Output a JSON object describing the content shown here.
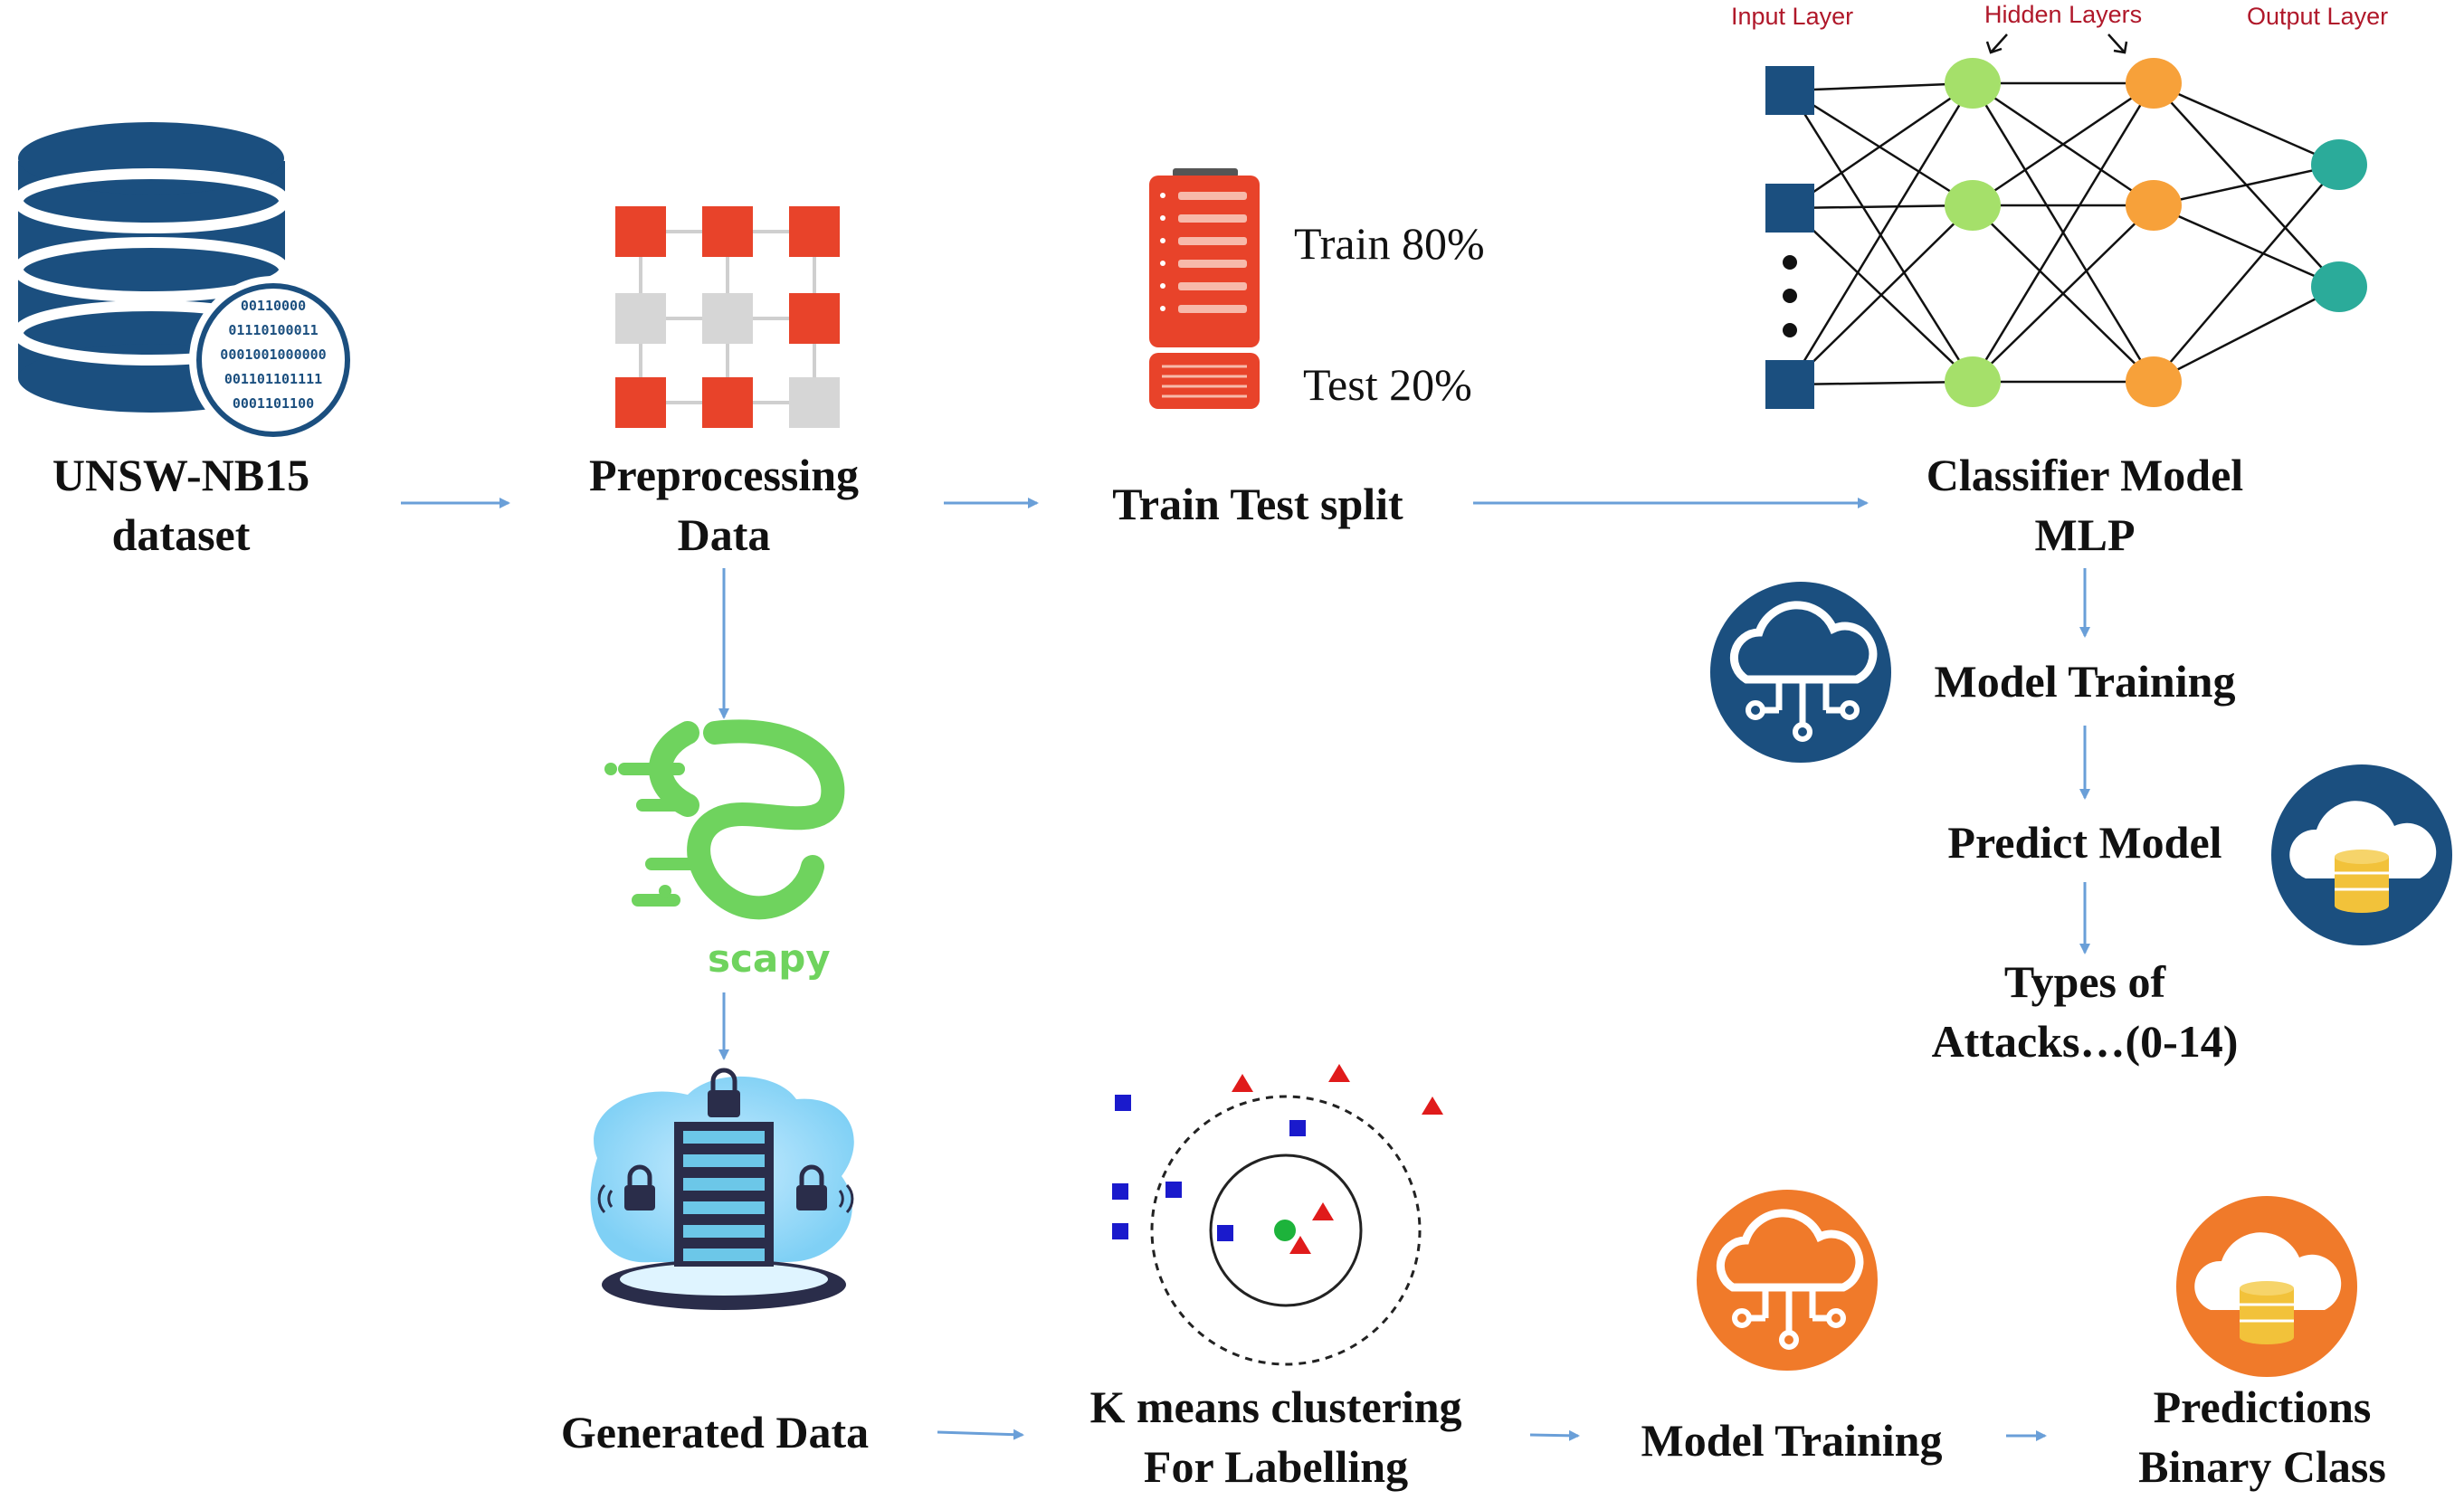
{
  "nodes": {
    "dataset": [
      "UNSW-NB15",
      "dataset"
    ],
    "preprocessing": [
      "Preprocessing",
      "Data"
    ],
    "split": "Train Test split",
    "train_pct": "Train 80%",
    "test_pct": "Test 20%",
    "classifier": [
      "Classifier Model",
      "MLP"
    ],
    "model_training_top": "Model Training",
    "predict_model": "Predict Model",
    "attack_types": [
      "Types of",
      "Attacks…(0-14)"
    ],
    "scapy": "scapy",
    "generated": "Generated Data",
    "kmeans": [
      "K means clustering",
      "For Labelling"
    ],
    "model_training_bottom": "Model Training",
    "predictions": [
      "Predictions",
      "Binary Class"
    ]
  },
  "neural_net": {
    "input_label": "Input Layer",
    "hidden_label": "Hidden Layers",
    "output_label": "Output Layer"
  },
  "binary_digits": [
    "00110000",
    "01110100011",
    "0001001000000",
    "001101101111",
    "0001101100"
  ],
  "colors": {
    "navy": "#1b4f7f",
    "red": "#e8432a",
    "grey": "#d6d6d6",
    "green_node": "#a5e06a",
    "orange_node": "#f7a13a",
    "teal_node": "#2bab9a",
    "orange_badge": "#f07a2a",
    "scapy_green": "#6fd35e",
    "arrow": "#6a9fd8",
    "nn_label": "#b0182a"
  },
  "icons": [
    "database-icon",
    "preprocessing-grid-icon",
    "server-split-icon",
    "neural-network-icon",
    "cloud-network-icon",
    "cloud-database-icon",
    "scapy-logo-icon",
    "secure-server-icon",
    "kmeans-cluster-icon"
  ]
}
